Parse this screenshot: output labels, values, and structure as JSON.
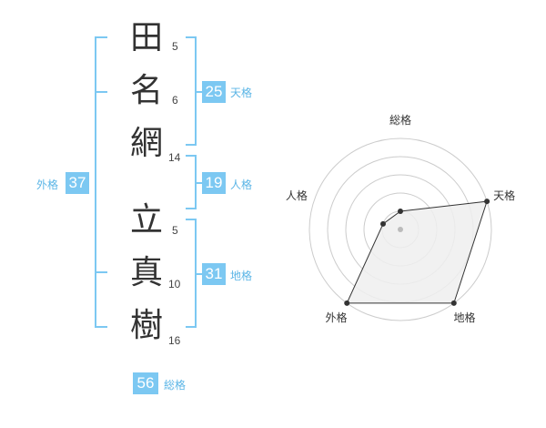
{
  "colors": {
    "accent": "#7cc8f2",
    "accent_text": "#5bb5e6",
    "text": "#333333",
    "ring": "#cccccc"
  },
  "name": {
    "surname": [
      {
        "char": "田",
        "strokes": "5"
      },
      {
        "char": "名",
        "strokes": "6"
      },
      {
        "char": "網",
        "strokes": "14"
      }
    ],
    "given": [
      {
        "char": "立",
        "strokes": "5"
      },
      {
        "char": "真",
        "strokes": "10"
      },
      {
        "char": "樹",
        "strokes": "16"
      }
    ]
  },
  "kakusu": {
    "tenkaku": {
      "value": "25",
      "label": "天格"
    },
    "jinkaku": {
      "value": "19",
      "label": "人格"
    },
    "chikaku": {
      "value": "31",
      "label": "地格"
    },
    "gaikaku": {
      "value": "37",
      "label": "外格"
    },
    "soukaku": {
      "value": "56",
      "label": "総格"
    }
  },
  "chart_data": {
    "type": "radar",
    "axes": [
      "総格",
      "天格",
      "地格",
      "外格",
      "人格"
    ],
    "values": [
      1,
      5,
      5,
      5,
      1
    ],
    "rmax": 5,
    "rings": 5
  }
}
